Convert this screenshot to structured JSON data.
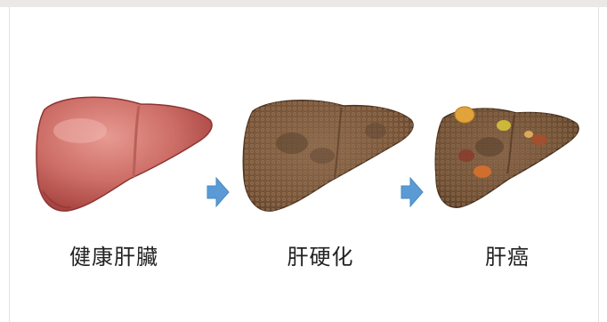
{
  "stages": [
    {
      "label": "健康肝臟",
      "icon": "healthy-liver-icon"
    },
    {
      "label": "肝硬化",
      "icon": "cirrhotic-liver-icon"
    },
    {
      "label": "肝癌",
      "icon": "cancerous-liver-icon"
    }
  ],
  "arrows": [
    {
      "icon": "right-arrow-icon"
    },
    {
      "icon": "right-arrow-icon"
    }
  ],
  "colors": {
    "healthy_liver": "#c4625c",
    "cirrhotic_liver": "#7d5a40",
    "cancer_liver": "#6f5236",
    "arrow": "#5b9bd5",
    "background": "#ffffff"
  }
}
